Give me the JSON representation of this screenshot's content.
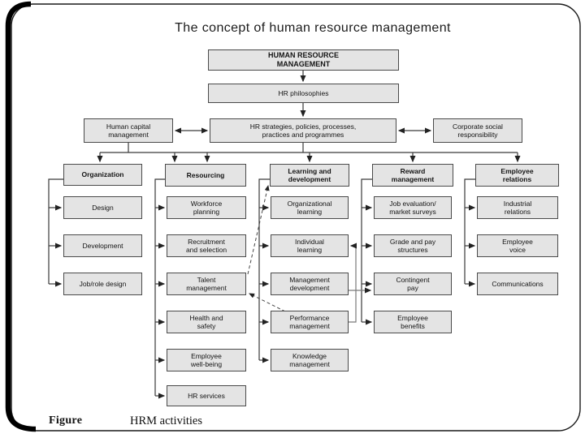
{
  "slide": {
    "title": "The concept of human resource management",
    "figure_label": "Figure",
    "figure_caption": "HRM activities"
  },
  "chain": {
    "hrm": "HUMAN RESOURCE\nMANAGEMENT",
    "philosophies": "HR philosophies",
    "human_capital": "Human capital\nmanagement",
    "strategies": "HR strategies, policies, processes,\npractices and programmes",
    "csr": "Corporate social\nresponsibility"
  },
  "columns": [
    {
      "header": "Organization",
      "items": [
        "Design",
        "Development",
        "Job/role design"
      ]
    },
    {
      "header": "Resourcing",
      "items": [
        "Workforce\nplanning",
        "Recruitment\nand selection",
        "Talent\nmanagement",
        "Health and\nsafety",
        "Employee\nwell-being",
        "HR services"
      ]
    },
    {
      "header": "Learning and\ndevelopment",
      "items": [
        "Organizational\nlearning",
        "Individual\nlearning",
        "Management\ndevelopment",
        "Performance\nmanagement",
        "Knowledge\nmanagement"
      ]
    },
    {
      "header": "Reward\nmanagement",
      "items": [
        "Job evaluation/\nmarket surveys",
        "Grade and pay\nstructures",
        "Contingent\npay",
        "Employee\nbenefits"
      ]
    },
    {
      "header": "Employee\nrelations",
      "items": [
        "Industrial\nrelations",
        "Employee\nvoice",
        "Communications"
      ]
    }
  ],
  "colors": {
    "box_fill": "#e4e4e4",
    "box_border": "#4a4a4a",
    "line": "#3a3a3a"
  }
}
